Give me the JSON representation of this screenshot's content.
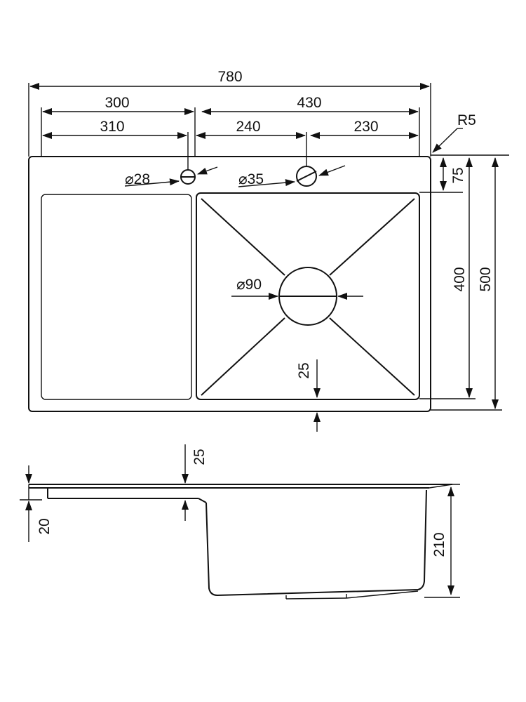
{
  "top_view": {
    "overall_width": "780",
    "drainboard_width_to_mixer": "300",
    "bowl_section_width": "430",
    "drainboard_to_hole": "310",
    "left_to_mixer": "240",
    "mixer_to_right": "230",
    "corner_radius": "R5",
    "hole_small": "⌀28",
    "hole_mixer": "⌀35",
    "drain": "⌀90",
    "rim_to_bowl": "75",
    "bowl_depth": "400",
    "overall_depth": "500",
    "bowl_to_front": "25"
  },
  "side_view": {
    "rim_offset": "25",
    "deck_thickness": "20",
    "bowl_height": "210"
  }
}
